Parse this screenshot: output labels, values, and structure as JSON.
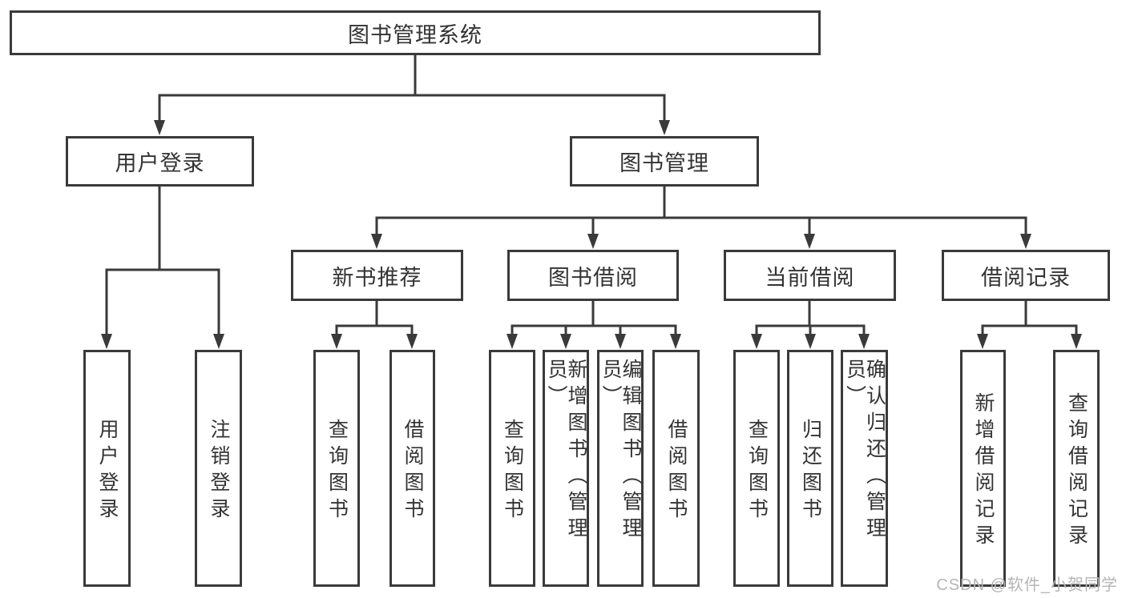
{
  "root": {
    "label": "图书管理系统"
  },
  "branches": {
    "user_login": {
      "label": "用户登录",
      "children": [
        "用户登录",
        "注销登录"
      ]
    },
    "book_mgmt": {
      "label": "图书管理",
      "sections": [
        {
          "label": "新书推荐",
          "children": [
            "查询图书",
            "借阅图书"
          ]
        },
        {
          "label": "图书借阅",
          "children": [
            "查询图书",
            "新增图书（管理员）",
            "编辑图书（管理员）",
            "借阅图书"
          ]
        },
        {
          "label": "当前借阅",
          "children": [
            "查询图书",
            "归还图书",
            "确认归还（管理员）"
          ]
        },
        {
          "label": "借阅记录",
          "children": [
            "新增借阅记录",
            "查询借阅记录"
          ]
        }
      ]
    }
  },
  "watermark": "CSDN @软件_小贺同学",
  "colors": {
    "line": "#3a3a3a",
    "box_border": "#3a3a3a",
    "box_fill": "#ffffff",
    "text": "#333333",
    "watermark": "#b5b5b5",
    "background": "#ffffff"
  }
}
